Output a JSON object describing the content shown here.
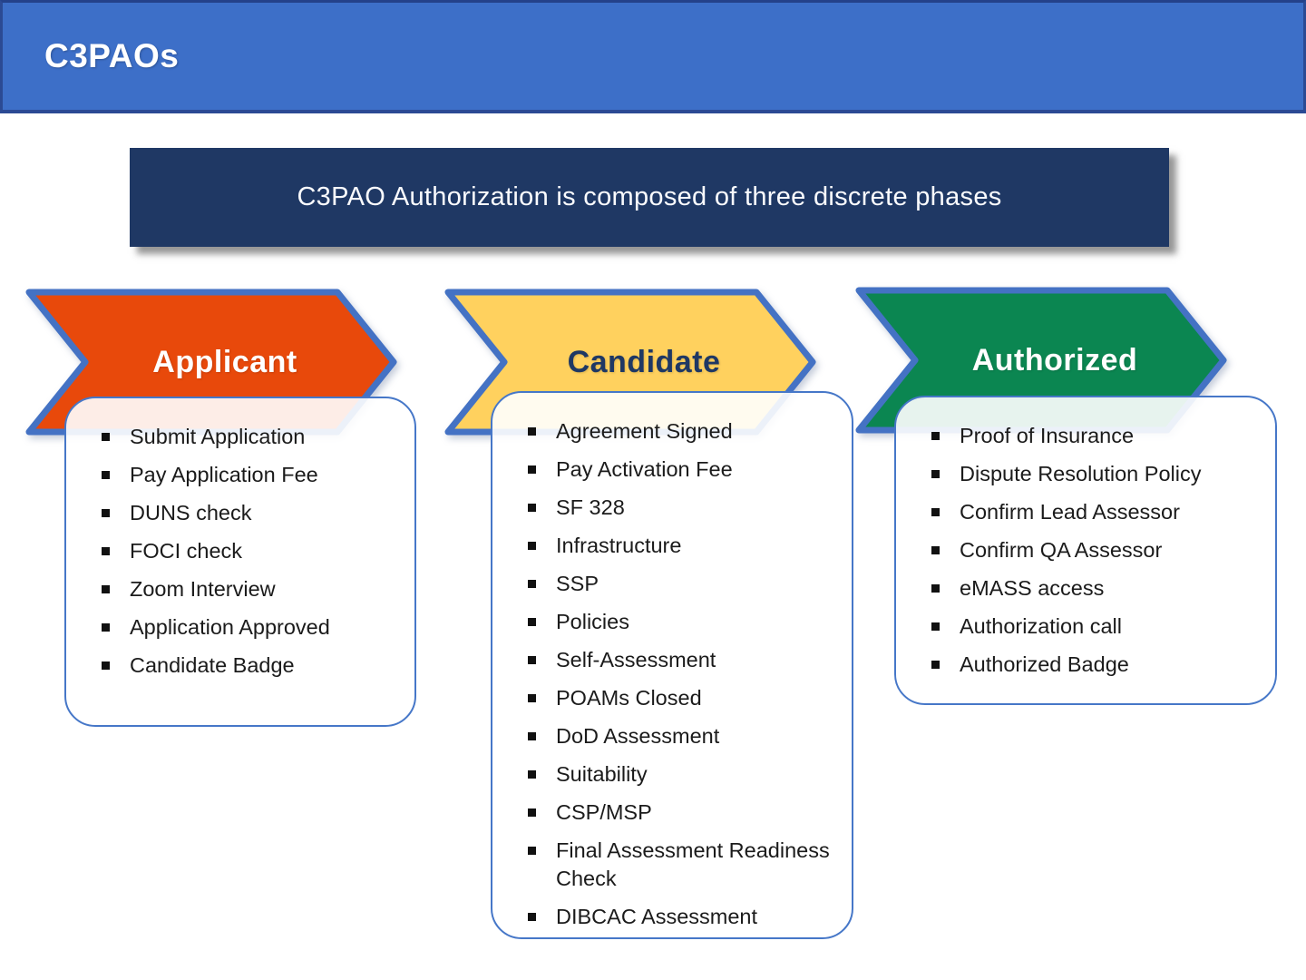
{
  "header": {
    "title": "C3PAOs",
    "bar_color": "#3D6FC8"
  },
  "banner": {
    "text": "C3PAO Authorization is composed of three discrete phases",
    "bg_color": "#1F3864"
  },
  "outline_color": "#4472C4",
  "phases": [
    {
      "label": "Applicant",
      "arrow_color": "#E8490B",
      "label_color": "#FFFFFF",
      "items": [
        "Submit Application",
        "Pay Application Fee",
        "DUNS check",
        "FOCI check",
        "Zoom Interview",
        "Application Approved",
        "Candidate Badge"
      ]
    },
    {
      "label": "Candidate",
      "arrow_color": "#FFD15E",
      "label_color": "#1F3864",
      "items": [
        "Agreement Signed",
        "Pay Activation Fee",
        "SF 328",
        "Infrastructure",
        "SSP",
        "Policies",
        "Self-Assessment",
        "POAMs Closed",
        "DoD Assessment",
        "Suitability",
        "CSP/MSP",
        "Final Assessment Readiness Check",
        "DIBCAC Assessment"
      ]
    },
    {
      "label": "Authorized",
      "arrow_color": "#0B8651",
      "label_color": "#FFFFFF",
      "items": [
        "Proof of Insurance",
        "Dispute Resolution Policy",
        "Confirm Lead Assessor",
        "Confirm QA Assessor",
        "eMASS access",
        "Authorization call",
        "Authorized Badge"
      ]
    }
  ]
}
